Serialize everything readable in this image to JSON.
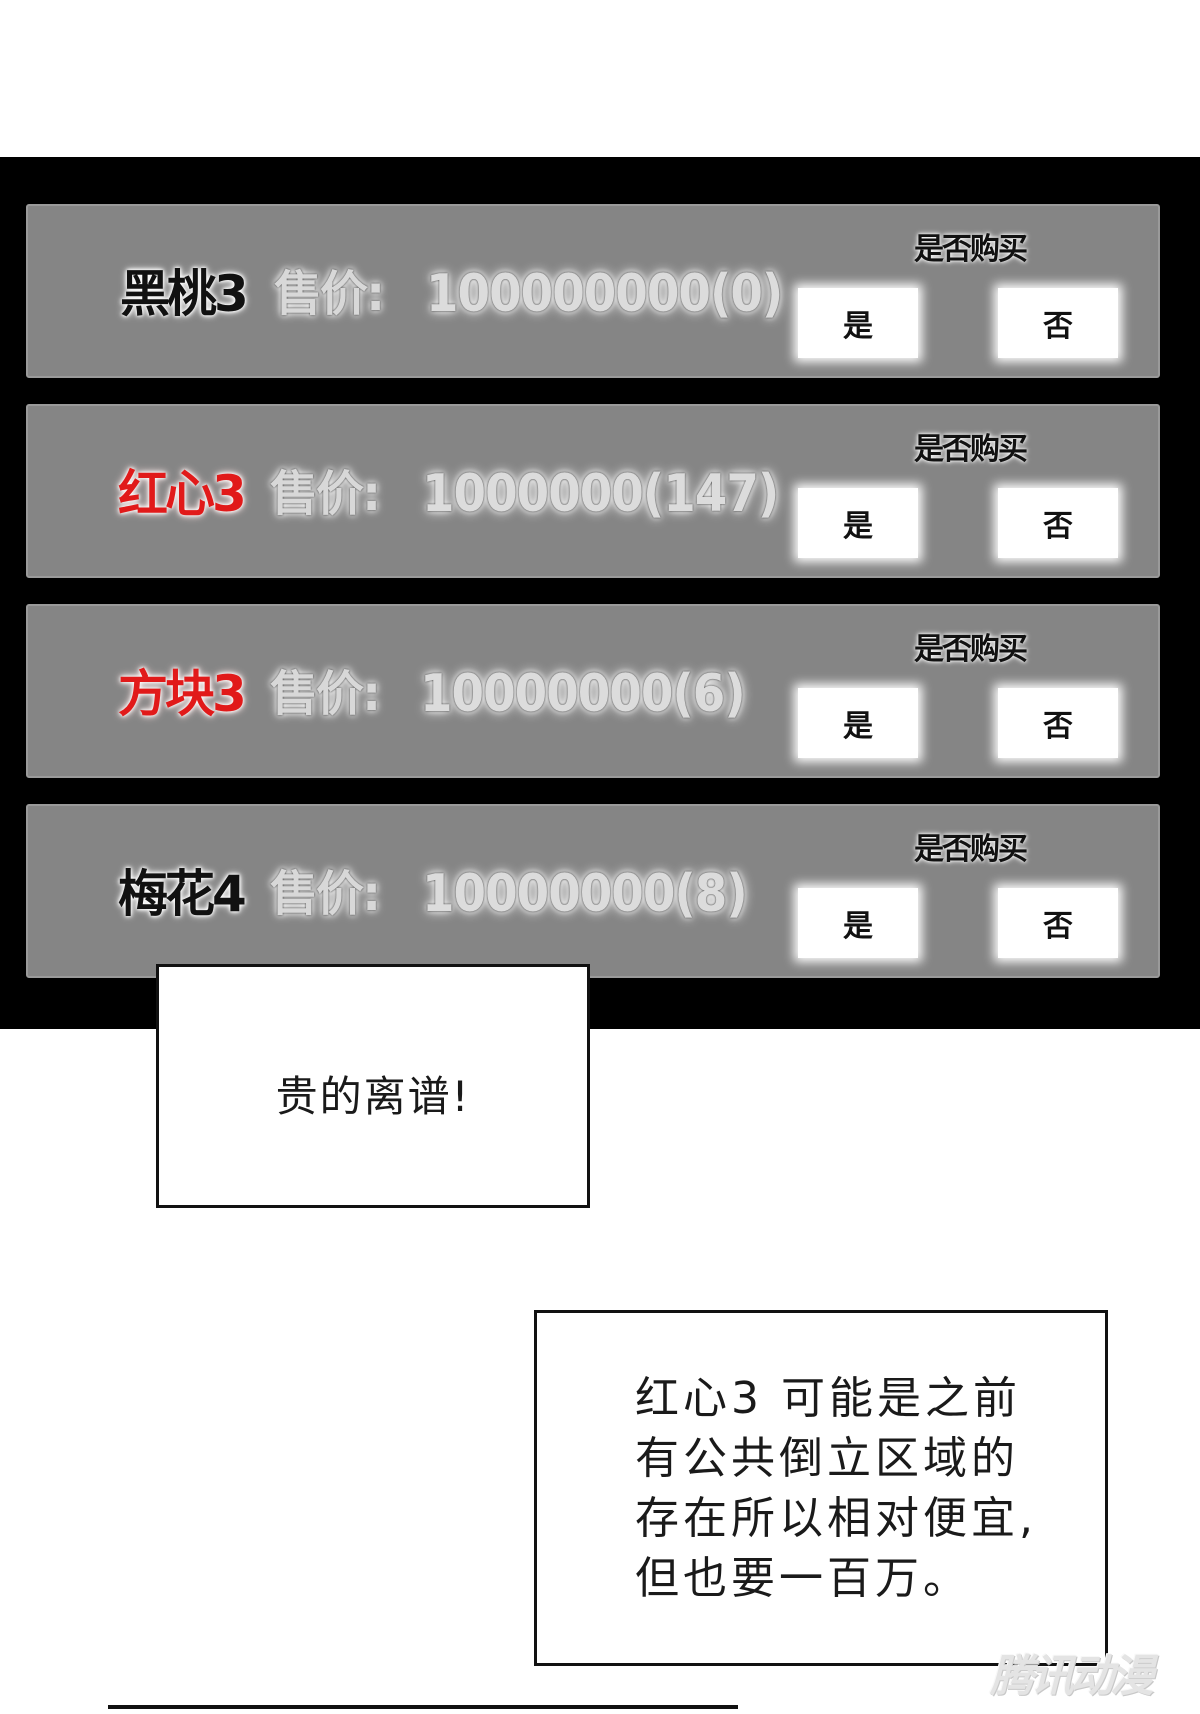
{
  "shop": {
    "rows": [
      {
        "card": "黑桃3",
        "card_color": "#111111",
        "price_label": "售价:",
        "price": "100000000(0)",
        "question": "是否购买",
        "yes_label": "是",
        "no_label": "否"
      },
      {
        "card": "红心3",
        "card_color": "#e11a1a",
        "price_label": "售价:",
        "price": "1000000(147)",
        "question": "是否购买",
        "yes_label": "是",
        "no_label": "否"
      },
      {
        "card": "方块3",
        "card_color": "#e11a1a",
        "price_label": "售价:",
        "price": "10000000(6)",
        "question": "是否购买",
        "yes_label": "是",
        "no_label": "否"
      },
      {
        "card": "梅花4",
        "card_color": "#111111",
        "price_label": "售价:",
        "price": "10000000(8)",
        "question": "是否购买",
        "yes_label": "是",
        "no_label": "否"
      }
    ]
  },
  "speech": {
    "bubble1": "贵的离谱!",
    "bubble2": "红心3 可能是之前\n有公共倒立区域的\n存在所以相对便宜,\n但也要一百万。"
  },
  "watermark": {
    "text": "腾讯动漫"
  }
}
